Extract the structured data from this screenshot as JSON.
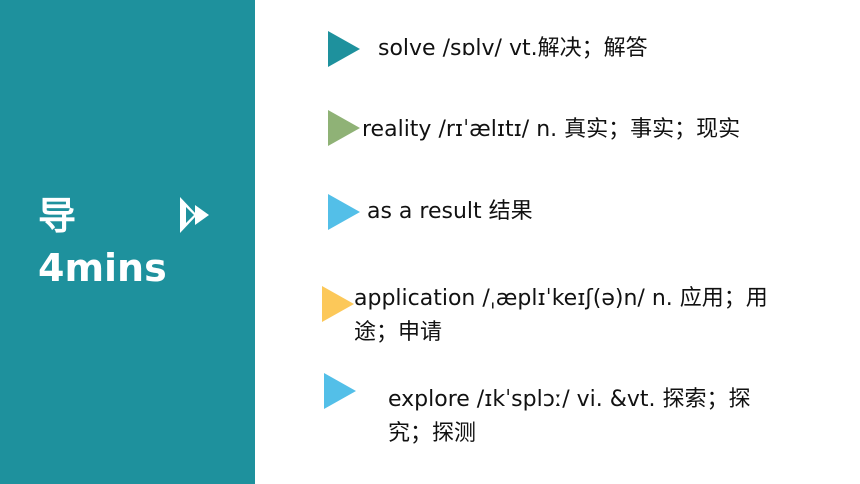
{
  "colors": {
    "sidebar_bg": "#1e919d",
    "marker_1": "#1e919d",
    "marker_2": "#8fb276",
    "marker_3": "#53bfe8",
    "marker_4": "#fcc859",
    "marker_5": "#53bfe8"
  },
  "sidebar": {
    "title_line1": "导",
    "title_line2": "4mins",
    "icon": "double-play-arrow-icon"
  },
  "vocab": [
    {
      "text": "solve  /sɒlv/ vt.解决；解答"
    },
    {
      "text": "reality   /rɪˈælɪtɪ/    n. 真实；事实；现实"
    },
    {
      "text": "as a  result    结果"
    },
    {
      "line1": "application   /ˌæplɪˈkeɪʃ(ə)n/   n. 应用；用",
      "line2": "途；申请"
    },
    {
      "line1": "explore    /ɪkˈsplɔː/  vi. &vt. 探索；探",
      "line2": "究；探测"
    }
  ]
}
